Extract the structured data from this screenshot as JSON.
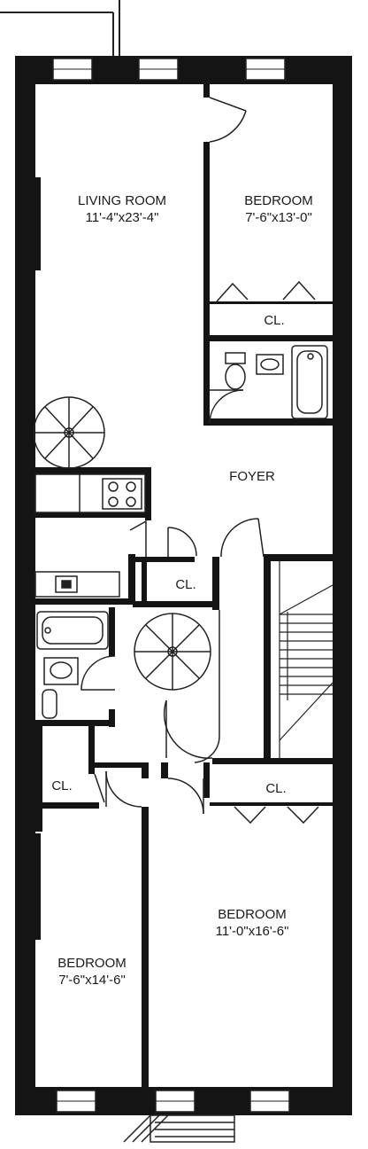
{
  "rooms": {
    "living_room": {
      "name": "LIVING ROOM",
      "dims": "11'-4\"x23'-4\""
    },
    "bedroom_upper": {
      "name": "BEDROOM",
      "dims": "7'-6\"x13'-0\""
    },
    "foyer": {
      "name": "FOYER"
    },
    "bedroom_lower_right": {
      "name": "BEDROOM",
      "dims": "11'-0\"x16'-6\""
    },
    "bedroom_lower_left": {
      "name": "BEDROOM",
      "dims": "7'-6\"x14'-6\""
    }
  },
  "closets": {
    "upper_bedroom_closet": "CL.",
    "foyer_closet": "CL.",
    "lower_left_closet": "CL.",
    "lower_right_closet": "CL."
  }
}
